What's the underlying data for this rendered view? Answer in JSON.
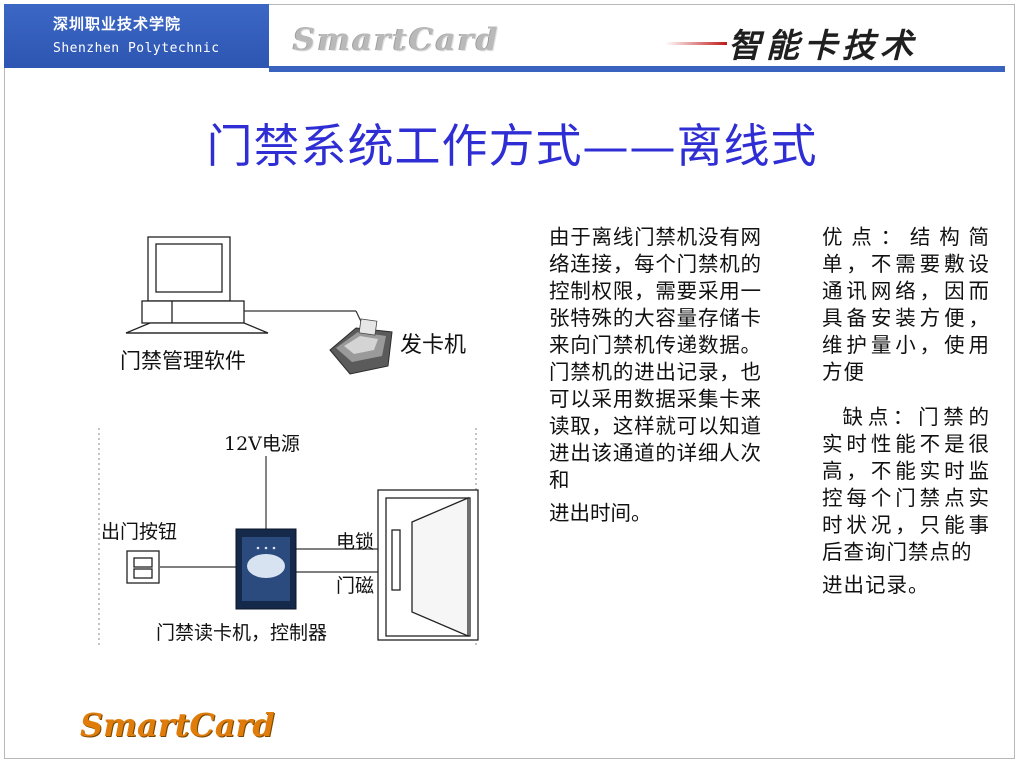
{
  "header": {
    "school_cn": "深圳职业技术学院",
    "school_en": "Shenzhen Polytechnic",
    "wordmark": "SmartCard",
    "tagline": "智能卡技术"
  },
  "slide": {
    "title": "门禁系统工作方式——离线式"
  },
  "diagram_top": {
    "computer_label": "门禁管理软件",
    "issuer_label": "发卡机"
  },
  "diagram_bottom": {
    "power_label": "12V电源",
    "exit_button_label": "出门按钮",
    "lock_label": "电锁",
    "magnet_label": "门磁",
    "controller_label": "门禁读卡机，控制器"
  },
  "text_middle": {
    "paragraph": "由于离线门禁机没有网络连接，每个门禁机的控制权限，需要采用一张特殊的大容量存储卡来向门禁机传递数据。门禁机的进出记录，也可以采用数据采集卡来读取，这样就可以知道进出该通道的详细人次和",
    "last_line": "进出时间。"
  },
  "text_right": {
    "advantages": "优点：结构简单，不需要敷设通讯网络，因而具备安装方便，维护量小，使用方便",
    "disadvantages": "缺点：门禁的实时性能不是很高，不能实时监控每个门禁点实时状况，只能事后查询门禁点的",
    "last_line": "进出记录。"
  },
  "footer": {
    "brand": "SmartCard"
  },
  "colors": {
    "header_blue": "#3a63c0",
    "title_blue": "#2e2ed4",
    "footer_orange": "#e07c0a"
  }
}
